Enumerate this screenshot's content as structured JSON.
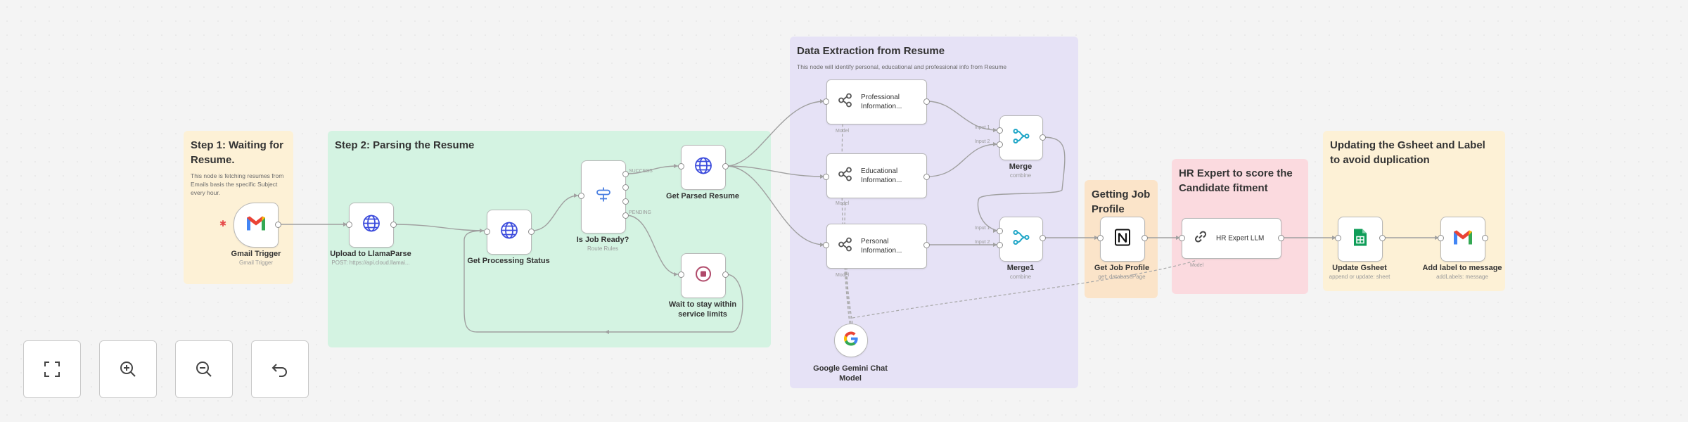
{
  "stickies": {
    "step1": {
      "title": "Step 1: Waiting for Resume.",
      "desc": "This node is fetching resumes from Emails basis the specific Subject every hour."
    },
    "step2": {
      "title": "Step 2: Parsing the Resume",
      "desc": ""
    },
    "extraction": {
      "title": "Data Extraction from Resume",
      "desc": "This node will identify personal, educational and professional info from Resume"
    },
    "job_profile": {
      "title": "Getting Job Profile",
      "desc": ""
    },
    "hr_expert": {
      "title": "HR Expert to score the Candidate fitment",
      "desc": ""
    },
    "gsheet": {
      "title": "Updating the Gsheet and Label to avoid duplication",
      "desc": ""
    }
  },
  "nodes": {
    "gmail_trigger": {
      "label": "Gmail Trigger",
      "sub": "Gmail Trigger"
    },
    "upload_llamaparse": {
      "label": "Upload to LlamaParse",
      "sub": "POST: https://api.cloud.llamai..."
    },
    "get_processing_status": {
      "label": "Get Processing Status",
      "sub": ""
    },
    "is_job_ready": {
      "label": "Is Job Ready?",
      "sub": "Route Rules",
      "out_success": "SUCCESS",
      "out_pending": "PENDING"
    },
    "get_parsed_resume": {
      "label": "Get Parsed Resume",
      "sub": ""
    },
    "wait": {
      "label1": "Wait to stay within",
      "label2": "service limits"
    },
    "professional": {
      "line1": "Professional",
      "line2": "Information..."
    },
    "educational": {
      "line1": "Educational",
      "line2": "Information..."
    },
    "personal": {
      "line1": "Personal",
      "line2": "Information..."
    },
    "merge": {
      "label": "Merge",
      "sub": "combine"
    },
    "merge1": {
      "label": "Merge1",
      "sub": "combine"
    },
    "get_job_profile": {
      "label": "Get Job Profile",
      "sub": "get: databasePage"
    },
    "hr_expert_llm": {
      "label": "HR Expert LLM"
    },
    "update_gsheet": {
      "label": "Update Gsheet",
      "sub": "append or update: sheet"
    },
    "add_label": {
      "label": "Add label to message",
      "sub": "addLabels: message"
    },
    "gemini": {
      "label1": "Google Gemini Chat",
      "label2": "Model"
    }
  },
  "ports": {
    "model": "Model",
    "input1": "Input 1",
    "input2": "Input 2"
  },
  "controls": {
    "fit": "fit-view",
    "zoom_in": "zoom-in",
    "zoom_out": "zoom-out",
    "reset": "reset-zoom"
  },
  "colors": {
    "yellow": "#fdf1d6",
    "green": "#d4f3e2",
    "purple": "#e6e2f6",
    "orange": "#fbe4c9",
    "pink": "#fbdadf",
    "gmail_red": "#ea4335",
    "globe_blue": "#3b4bdc"
  }
}
